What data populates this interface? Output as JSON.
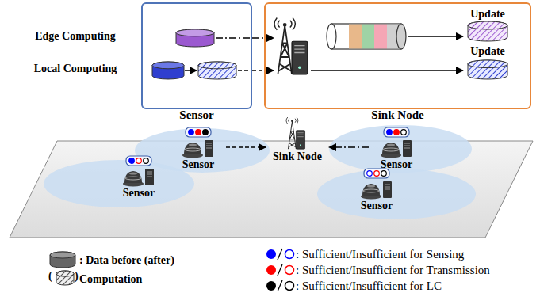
{
  "diagram": {
    "nodes": [
      {
        "text": [
          "Sensor"
        ]
      },
      {
        "text": [
          "Sink Node"
        ]
      },
      {
        "text": [
          "Sensor"
        ]
      },
      {
        "text": [
          "Sink Node"
        ]
      },
      {
        "text": [
          "Sensor"
        ]
      },
      {
        "text": [
          "Sensor"
        ]
      },
      {
        "text": [
          "Sensor"
        ]
      }
    ],
    "edges": [
      {
        "from": 0,
        "to": 1,
        "arrow": "to"
      },
      {
        "from": 0,
        "to": 1,
        "arrow": "to"
      },
      {
        "from": 2,
        "to": 3,
        "arrow": "to"
      },
      {
        "from": 4,
        "to": 3,
        "arrow": "to"
      }
    ],
    "labels": [
      "Edge Computing",
      "Local Computing",
      "Update",
      "Update",
      "(",
      ")"
    ],
    "legend": [
      {
        "text": ": Data before (after) Computation"
      },
      {
        "text": ": Sufficient/Insufficient for Sensing",
        "color": "#0000ff"
      },
      {
        "text": ": Sufficient/Insufficient for Transmission",
        "color": "#ff0000"
      },
      {
        "text": ": Sufficient/Insufficient for LC",
        "color": "#000000"
      }
    ]
  }
}
